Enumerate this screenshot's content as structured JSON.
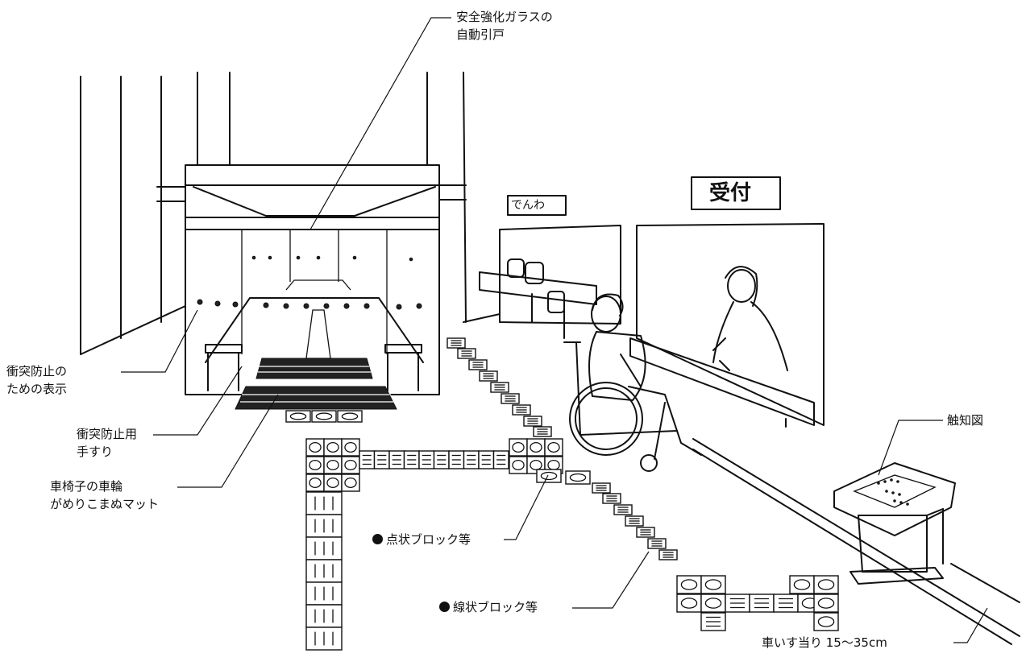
{
  "labels": {
    "glass_door": [
      "安全強化ガラスの",
      "自動引戸"
    ],
    "collision_display": [
      "衝突防止の",
      "ための表示"
    ],
    "collision_handrail": [
      "衝突防止用",
      "手すり"
    ],
    "wheel_mat": [
      "車椅子の車輪",
      "がめりこまぬマット"
    ],
    "dot_block": "点状ブロック等",
    "line_block": "線状ブロック等",
    "tactile_map": "触知図",
    "bumper": "車いす当り 15〜35cm"
  },
  "signs": {
    "telephone": "でんわ",
    "reception": "受付"
  },
  "icons": {
    "bullet": "black-circle-bullet"
  }
}
